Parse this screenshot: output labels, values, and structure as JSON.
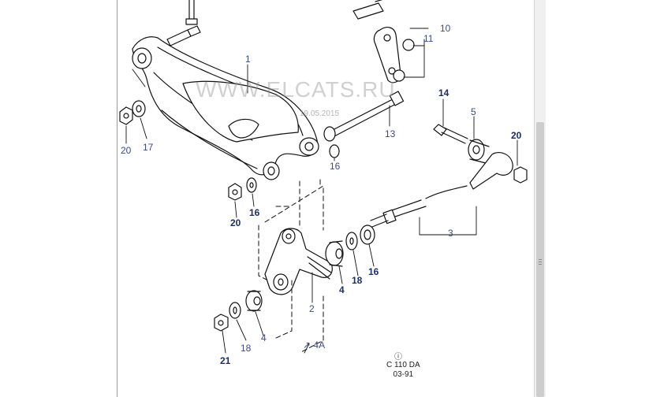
{
  "watermark": {
    "text": "WWW.ELCATS.RU",
    "date": "19.05.2015"
  },
  "reference": {
    "icon": "info-circle-icon",
    "code": "C 110 DA",
    "date_code": "03-91"
  },
  "callouts": [
    {
      "id": "1",
      "style": "blue"
    },
    {
      "id": "2",
      "style": "blue"
    },
    {
      "id": "3",
      "style": "blue"
    },
    {
      "id": "4",
      "style": "navy"
    },
    {
      "id": "4",
      "style": "blue"
    },
    {
      "id": "4A",
      "style": "blue"
    },
    {
      "id": "5",
      "style": "blue"
    },
    {
      "id": "10",
      "style": "blue"
    },
    {
      "id": "11",
      "style": "blue"
    },
    {
      "id": "13",
      "style": "blue"
    },
    {
      "id": "14",
      "style": "navy"
    },
    {
      "id": "16",
      "style": "blue"
    },
    {
      "id": "16",
      "style": "navy"
    },
    {
      "id": "16",
      "style": "navy"
    },
    {
      "id": "17",
      "style": "blue"
    },
    {
      "id": "18",
      "style": "navy"
    },
    {
      "id": "18",
      "style": "blue"
    },
    {
      "id": "20",
      "style": "blue"
    },
    {
      "id": "20",
      "style": "navy"
    },
    {
      "id": "20",
      "style": "navy"
    },
    {
      "id": "21",
      "style": "navy"
    }
  ],
  "colors": {
    "callout_blue": "#3c4a8c",
    "callout_navy": "#1a2d72",
    "line": "#111111"
  }
}
